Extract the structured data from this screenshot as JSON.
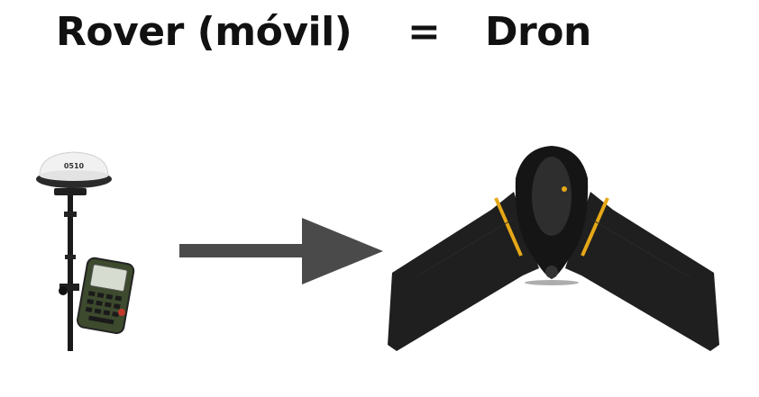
{
  "slide": {
    "left_term": "Rover (móvil)",
    "equals": "=",
    "right_term": "Dron"
  },
  "images": {
    "rover": {
      "icon": "gnss-rover-receiver-icon",
      "label": "0510"
    },
    "arrow": {
      "icon": "arrow-right-icon",
      "color": "#4a4a4a"
    },
    "drone": {
      "icon": "fixed-wing-drone-icon",
      "accent": "#e6a817"
    }
  },
  "colors": {
    "text": "#111111",
    "background": "#ffffff"
  }
}
